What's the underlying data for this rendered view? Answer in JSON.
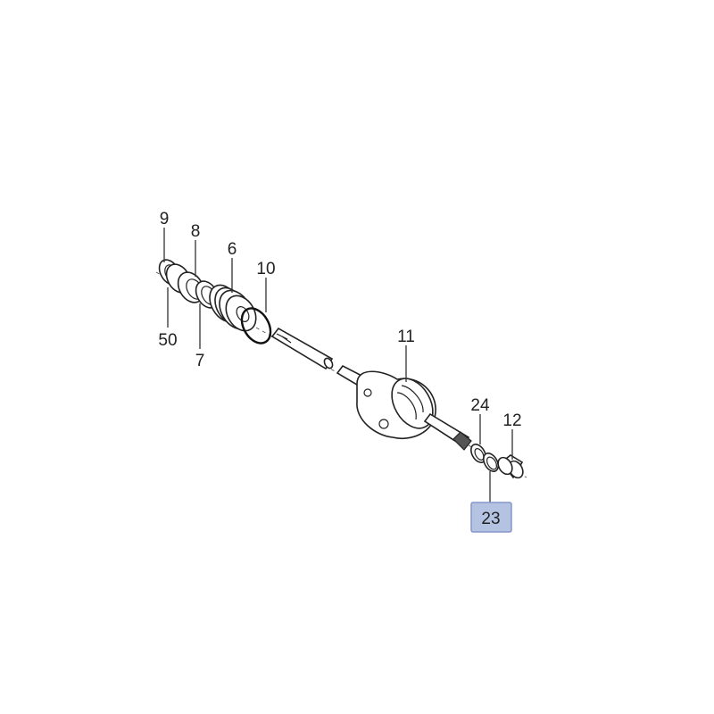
{
  "diagram": {
    "callouts": [
      {
        "id": "9",
        "label": "9"
      },
      {
        "id": "8",
        "label": "8"
      },
      {
        "id": "6",
        "label": "6"
      },
      {
        "id": "10",
        "label": "10"
      },
      {
        "id": "50",
        "label": "50"
      },
      {
        "id": "7",
        "label": "7"
      },
      {
        "id": "11",
        "label": "11"
      },
      {
        "id": "24",
        "label": "24"
      },
      {
        "id": "12",
        "label": "12"
      },
      {
        "id": "23",
        "label": "23",
        "highlighted": true
      }
    ],
    "highlight_color": "#b4c3e2",
    "highlight_border": "#8596cc"
  }
}
